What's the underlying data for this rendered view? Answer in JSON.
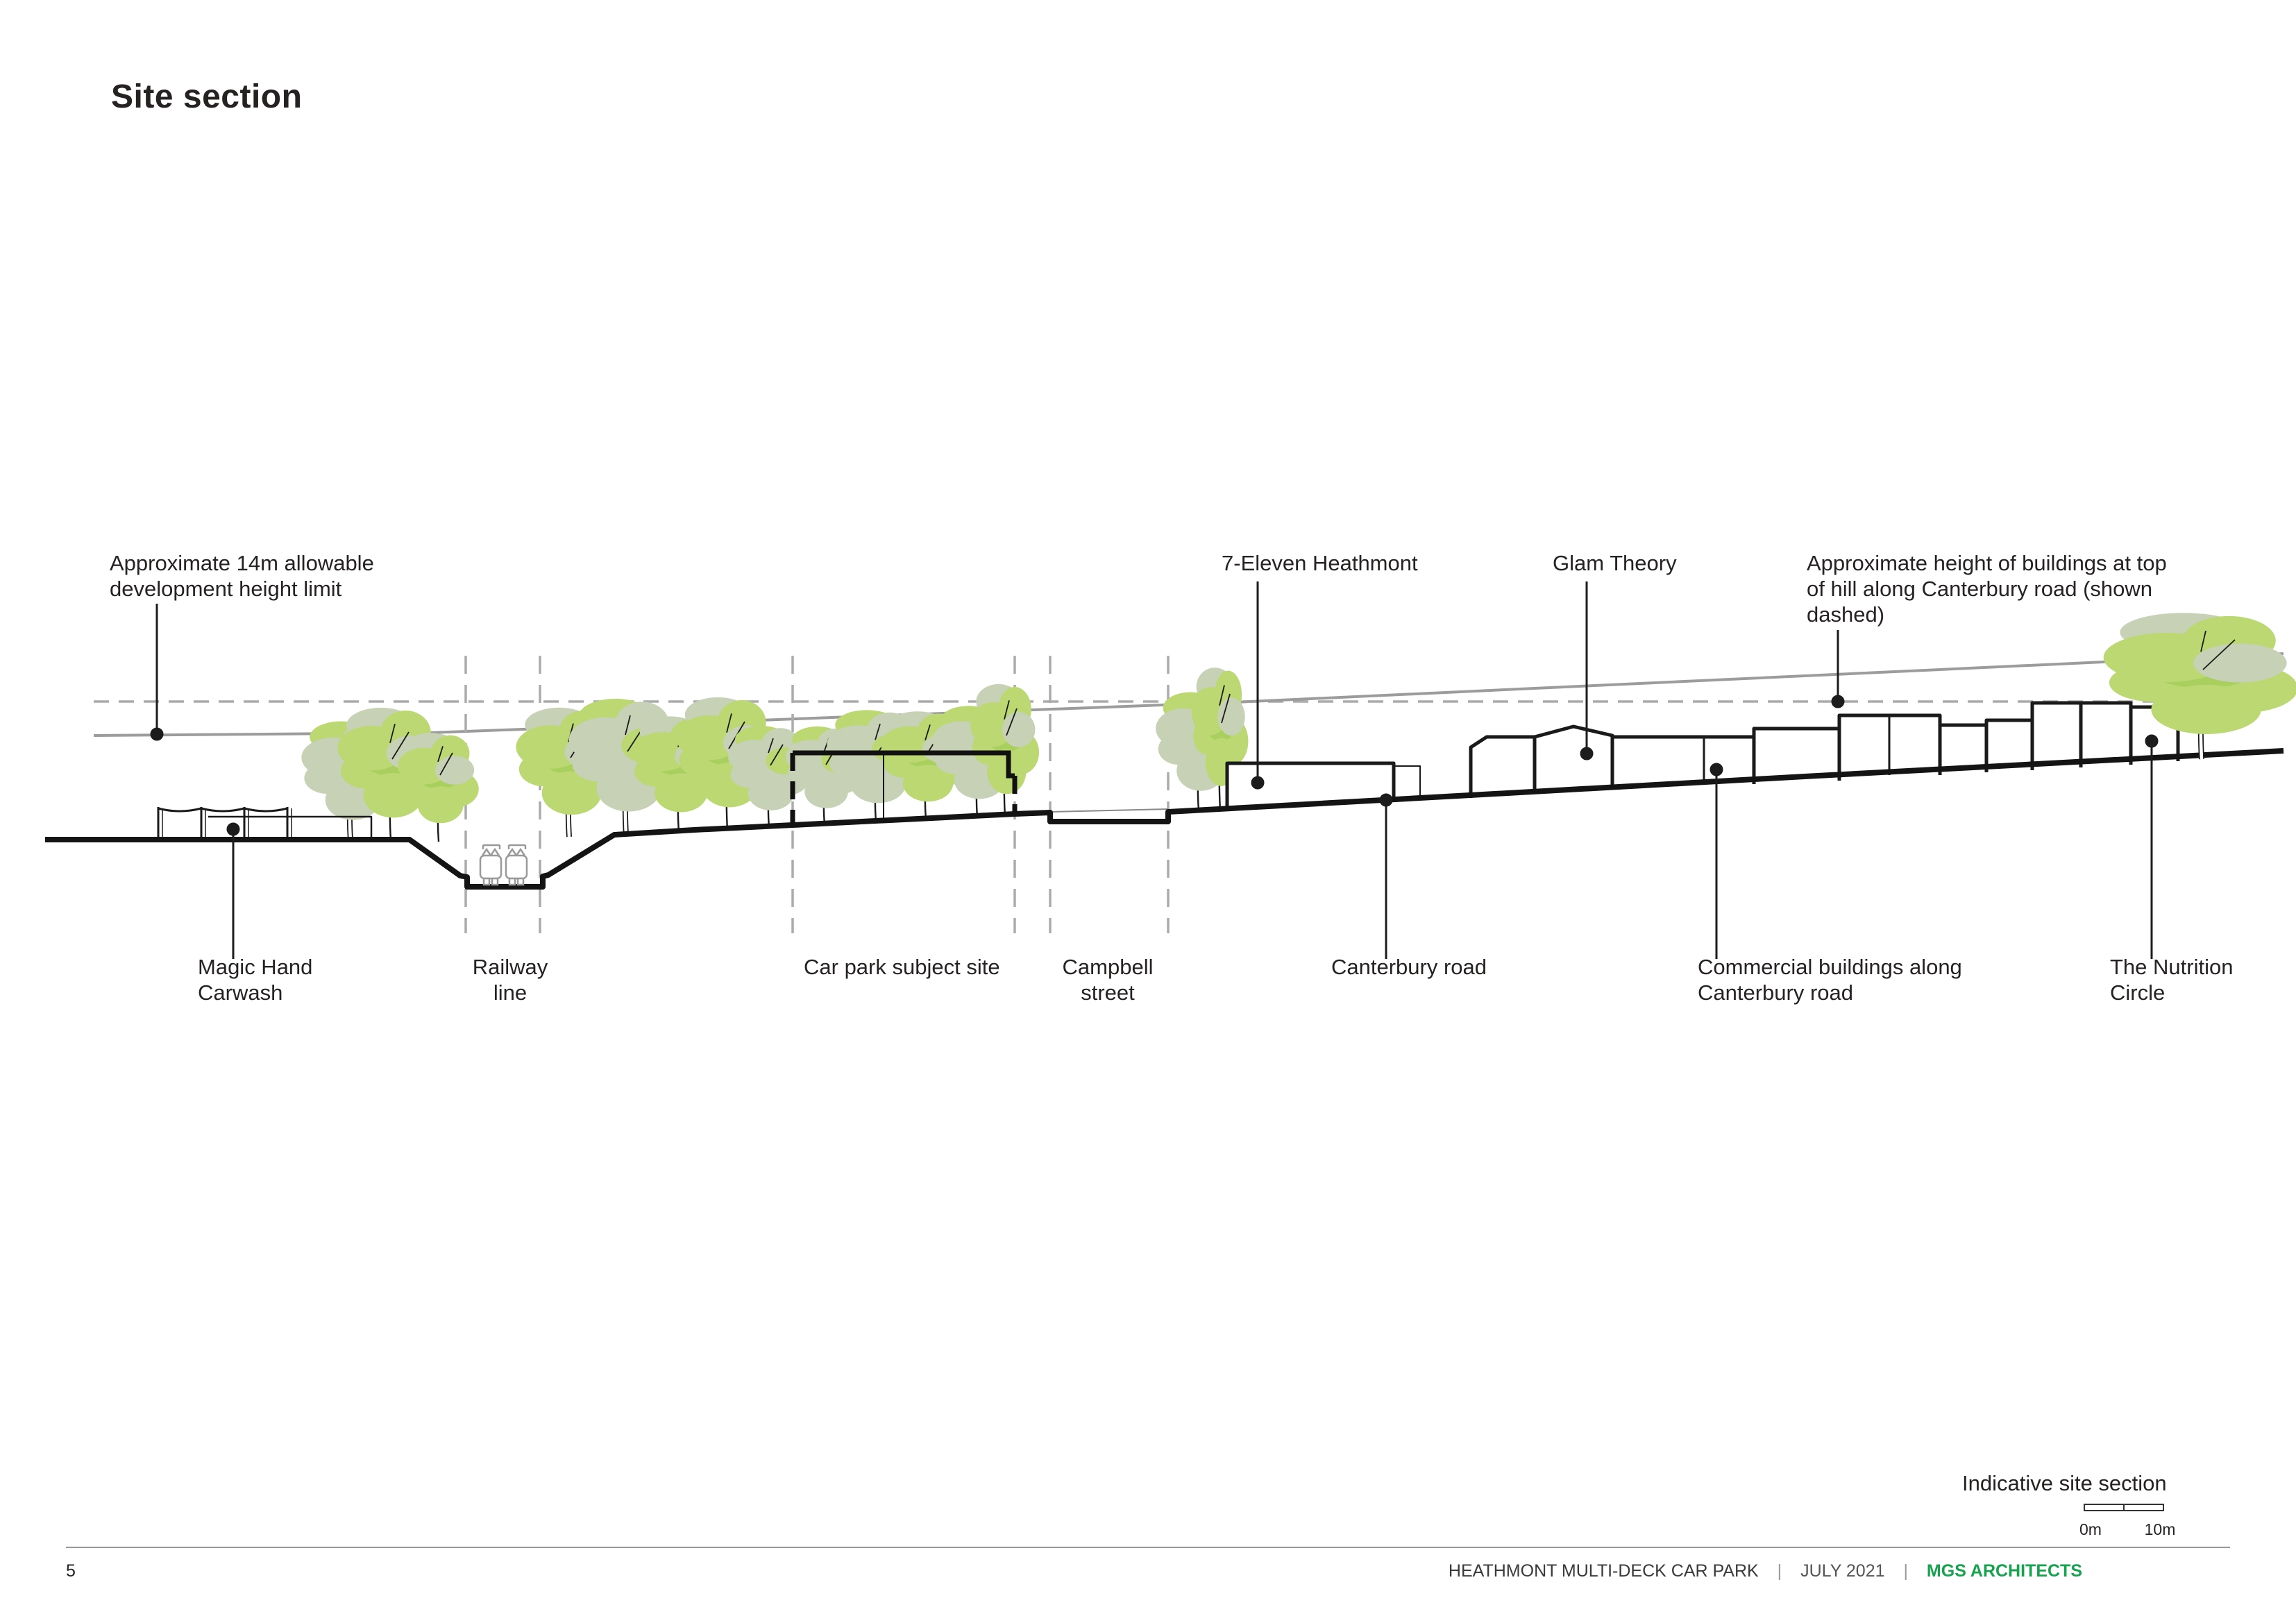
{
  "page": {
    "title": "Site section",
    "page_number": "5"
  },
  "annotations": {
    "height_limit": {
      "line1": "Approximate 14m allowable",
      "line2": "development height limit"
    },
    "seven_eleven": {
      "label": "7-Eleven Heathmont"
    },
    "glam_theory": {
      "label": "Glam Theory"
    },
    "hill_buildings": {
      "line1": "Approximate height of buildings at top",
      "line2": "of hill along Canterbury road (shown",
      "line3": "dashed)"
    },
    "magic_hand_carwash": {
      "line1": "Magic Hand",
      "line2": "Carwash"
    },
    "railway_line": {
      "line1": "Railway",
      "line2": "line"
    },
    "car_park": {
      "label": "Car park subject site"
    },
    "campbell_street": {
      "line1": "Campbell",
      "line2": "street"
    },
    "canterbury_road": {
      "label": "Canterbury road"
    },
    "commercial_buildings": {
      "line1": "Commercial buildings along",
      "line2": "Canterbury road"
    },
    "nutrition_circle": {
      "line1": "The Nutrition",
      "line2": "Circle"
    }
  },
  "legend": {
    "caption": "Indicative site section",
    "scale_start_label": "0m",
    "scale_end_label": "10m"
  },
  "footer": {
    "project": "HEATHMONT MULTI-DECK CAR PARK",
    "separator": "|",
    "date": "JULY 2021",
    "firm": "MGS ARCHITECTS"
  },
  "colors": {
    "firm_green": "#17a24e",
    "tree_bright": "#bcd873",
    "tree_sage": "#c6d1b6",
    "tree_accent": "#a9cf5e",
    "reference_gray": "#9c9c9c",
    "dash_gray": "#ababab",
    "ink": "#1c1c1c"
  }
}
